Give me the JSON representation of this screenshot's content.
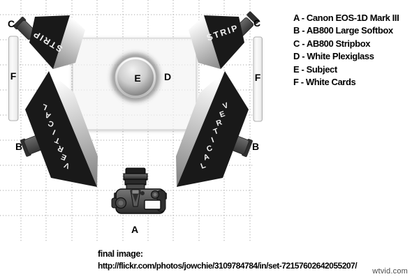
{
  "diagram": {
    "strip_label": "STRIP",
    "vertical_label": "VERTICAL",
    "labels": {
      "camera": "A",
      "softbox_b": "B",
      "stripbox_c": "C",
      "plexiglass": "D",
      "subject": "E",
      "card_f": "F"
    }
  },
  "legend": {
    "items": [
      "A - Canon EOS-1D Mark III",
      "B - AB800 Large Softbox",
      "C - AB800 Stripbox",
      "D - White Plexiglass",
      "E - Subject",
      "F - White Cards"
    ]
  },
  "caption": {
    "heading": "final image:",
    "url": "http://flickr.com/photos/jowchie/3109784784/in/set-72157602642055207/"
  },
  "watermark": "wtvid.com",
  "colors": {
    "softbox_black": "#191919",
    "grid_dot": "#a8a8a8",
    "text": "#000000",
    "box_text": "#f2f2f2"
  }
}
